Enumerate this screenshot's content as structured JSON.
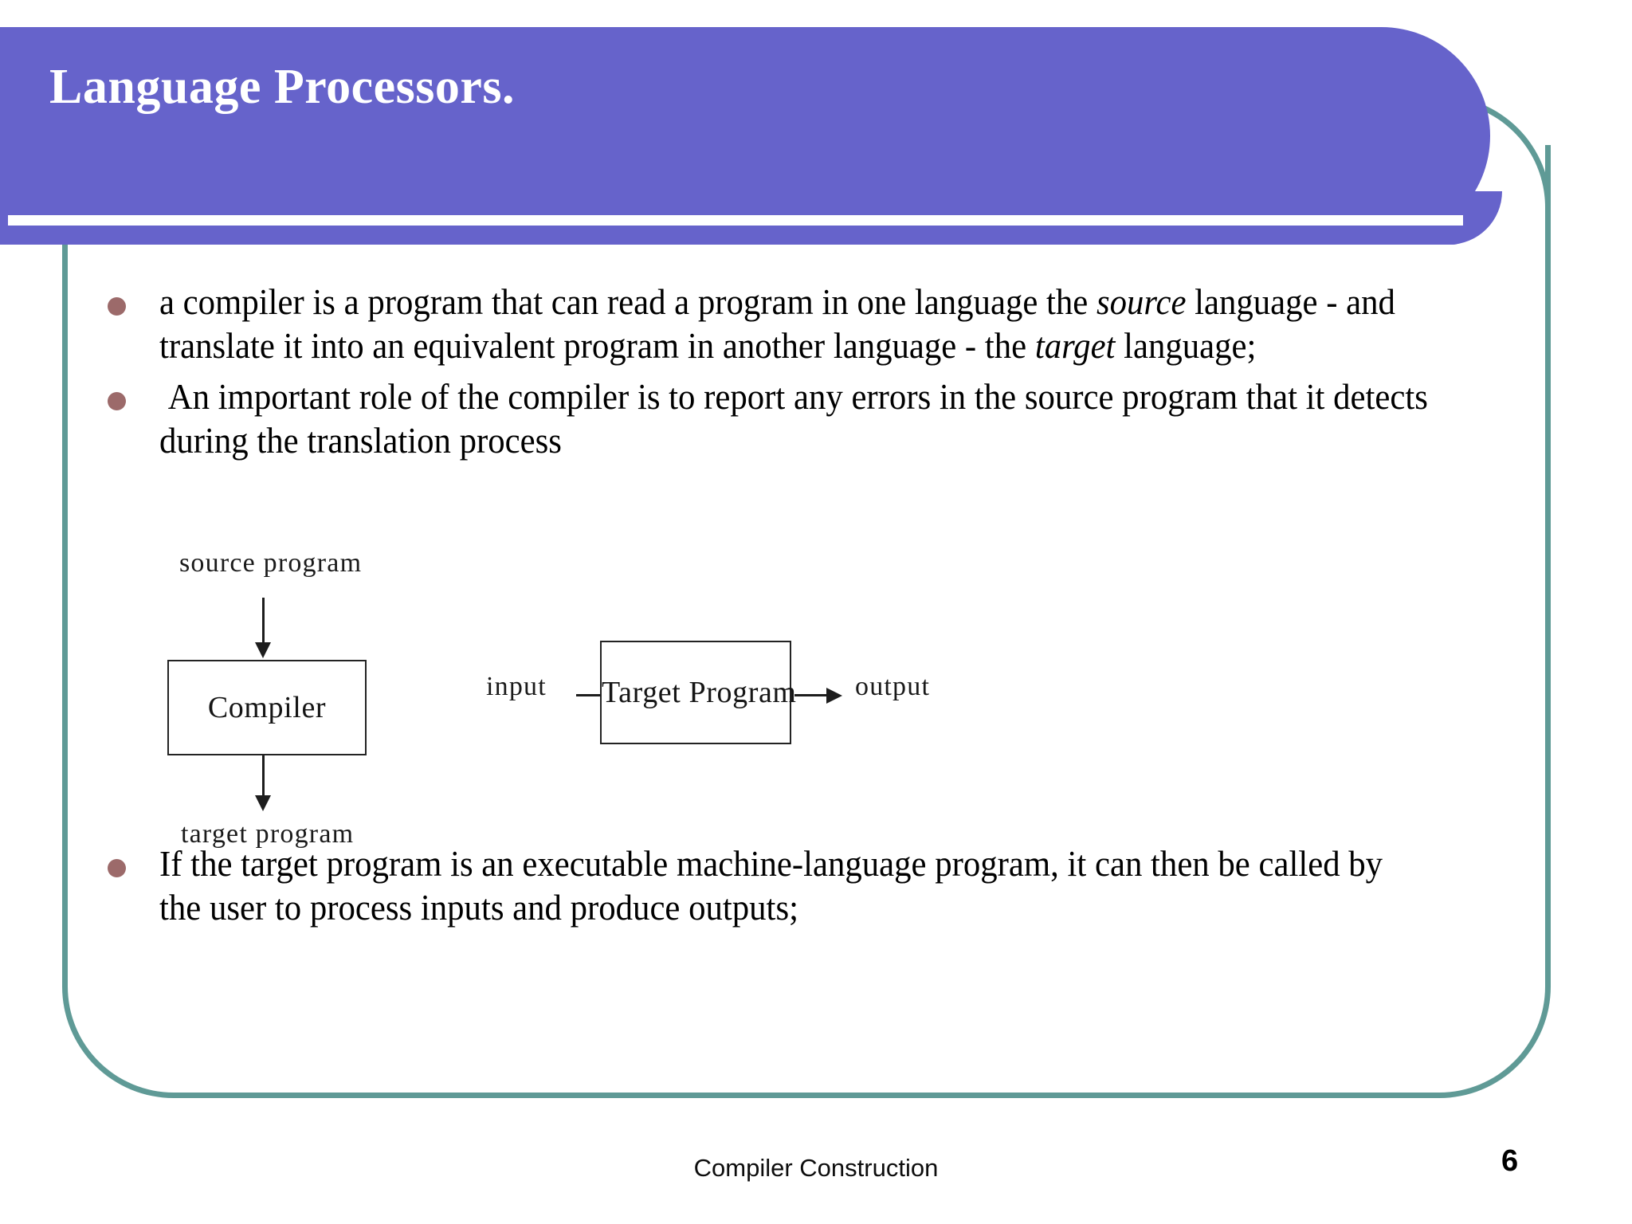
{
  "slide": {
    "title": "Language Processors.",
    "accent_purple": "#6663CB",
    "accent_teal": "#5F9A96",
    "bullet_color": "#9C6A6A"
  },
  "bullets": [
    {
      "id": "bullet-compiler-definition",
      "parts": [
        {
          "text": "a compiler is a program that can read a program in one language the ",
          "italic": false
        },
        {
          "text": "source",
          "italic": true
        },
        {
          "text": " language - and translate it into an equivalent program in another language - the ",
          "italic": false
        },
        {
          "text": "target",
          "italic": true
        },
        {
          "text": " language;",
          "italic": false
        }
      ]
    },
    {
      "id": "bullet-error-reporting",
      "parts": [
        {
          "text": " An important role of the compiler is to report any errors in the source program that it detects during the translation process",
          "italic": false
        }
      ]
    },
    {
      "id": "bullet-executable-target",
      "parts": [
        {
          "text": "If the target program is an executable machine-language program, it can then be called by the user to process inputs and produce outputs;",
          "italic": false
        }
      ]
    }
  ],
  "figure": {
    "compiler_diagram": {
      "input_label": "source program",
      "box_label": "Compiler",
      "output_label": "target program"
    },
    "target_program_diagram": {
      "input_label": "input",
      "box_label": "Target Program",
      "output_label": "output"
    }
  },
  "footer": {
    "text": "Compiler Construction",
    "page_number": "6"
  }
}
